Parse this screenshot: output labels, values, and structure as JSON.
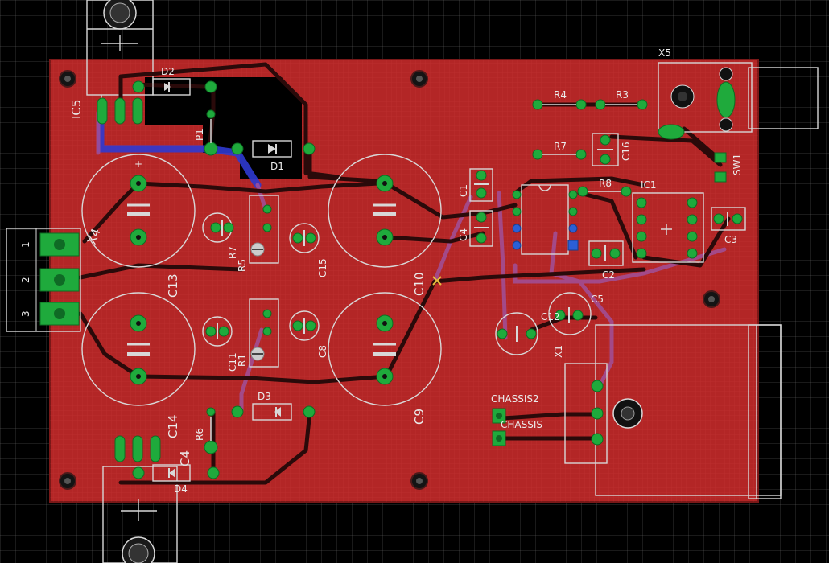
{
  "app": {
    "name": "PCB layout editor"
  },
  "board": {
    "color": "#b32626",
    "pour_color": "#000000",
    "silk_color": "#d8d8d8",
    "pad_color": "#1faa3c",
    "bottom_trace_color": "#2f3ad0",
    "purple_trace_color": "#a0509a"
  },
  "labels": {
    "ic5": "IC5",
    "d2": "D2",
    "p1": "P1",
    "d1": "D1",
    "x4": "X4",
    "x4_pin1": "1",
    "x4_pin2": "2",
    "x4_pin3": "3",
    "c13": "C13",
    "c14": "C14",
    "c10": "C10",
    "c9": "C9",
    "c15": "C15",
    "c4a": "C4",
    "c4b": "C4",
    "r5": "R5",
    "r7": "R7",
    "r1": "R1",
    "c11": "C11",
    "c8": "C8",
    "d3": "D3",
    "r6": "R6",
    "d4": "D4",
    "c1": "C1",
    "c2": "C2",
    "c3": "C3",
    "c5": "C5",
    "c12": "C12",
    "c16": "C16",
    "r4": "R4",
    "r3": "R3",
    "r7b": "R7",
    "r8": "R8",
    "ic1": "IC1",
    "x5": "X5",
    "sw1": "SW1",
    "x1": "X1",
    "chassis2": "CHASSIS2",
    "chassis": "CHASSIS",
    "plus": "+"
  }
}
